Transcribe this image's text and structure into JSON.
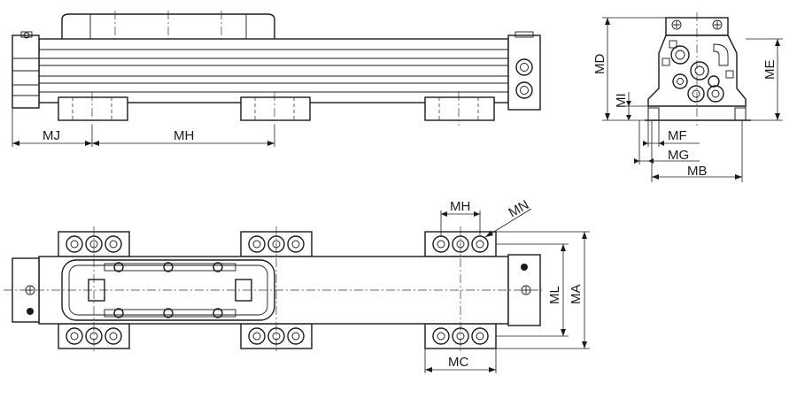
{
  "labels": {
    "mj": "MJ",
    "mh_side": "MH",
    "md": "MD",
    "me": "ME",
    "mi": "MI",
    "mf": "MF",
    "mg": "MG",
    "mb": "MB",
    "mh_top": "MH",
    "mn": "MN",
    "ml": "ML",
    "ma": "MA",
    "mc": "MC"
  }
}
